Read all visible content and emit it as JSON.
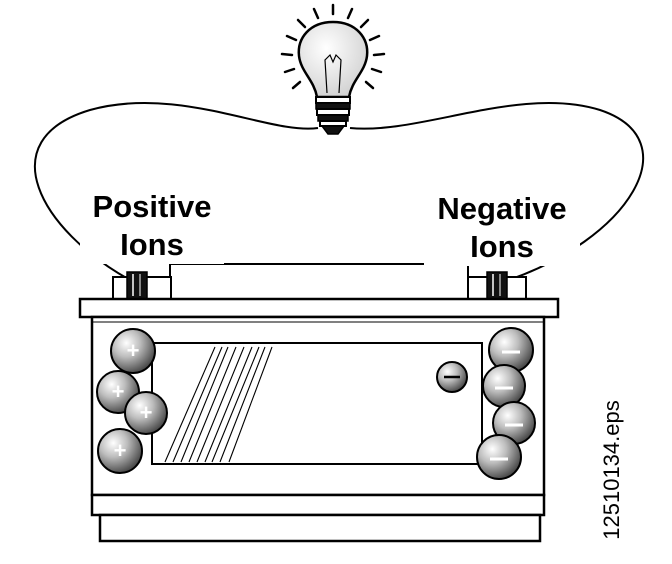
{
  "labels": {
    "positive_line1": "Positive",
    "positive_line2": "Ions",
    "negative_line1": "Negative",
    "negative_line2": "Ions"
  },
  "file_name": "12510134.eps",
  "ions": {
    "positive_symbol": "+",
    "negative_symbol": "−"
  },
  "icons": [
    "light-bulb-icon"
  ],
  "colors": {
    "line": "#000000",
    "background": "#ffffff",
    "ion_fill": "#9a9a9a"
  }
}
